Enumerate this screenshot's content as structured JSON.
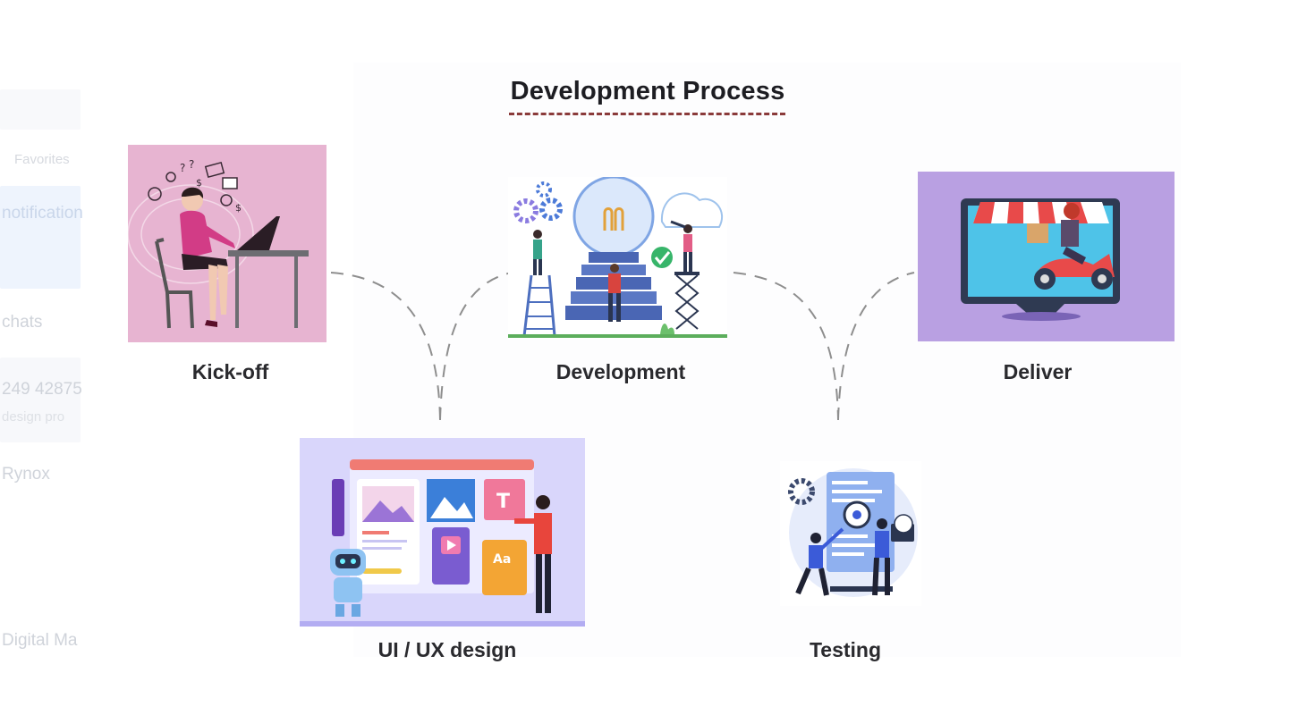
{
  "diagram": {
    "title": "Development Process",
    "steps": [
      {
        "id": "kickoff",
        "label": "Kick-off"
      },
      {
        "id": "uiux",
        "label": "UI / UX design"
      },
      {
        "id": "development",
        "label": "Development"
      },
      {
        "id": "testing",
        "label": "Testing"
      },
      {
        "id": "deliver",
        "label": "Deliver"
      }
    ]
  },
  "colors": {
    "title_underline": "#8a3a3a",
    "kickoff_bg": "#e7b4d1",
    "uiux_bg": "#d9d6fb",
    "deliver_bg": "#b9a0e2",
    "connector": "#8e8e8e"
  },
  "background_ghost": {
    "items": [
      "Favorites",
      "notification",
      "chats",
      "249 42875",
      "design pro",
      "Rynox",
      "Digital Ma"
    ]
  }
}
